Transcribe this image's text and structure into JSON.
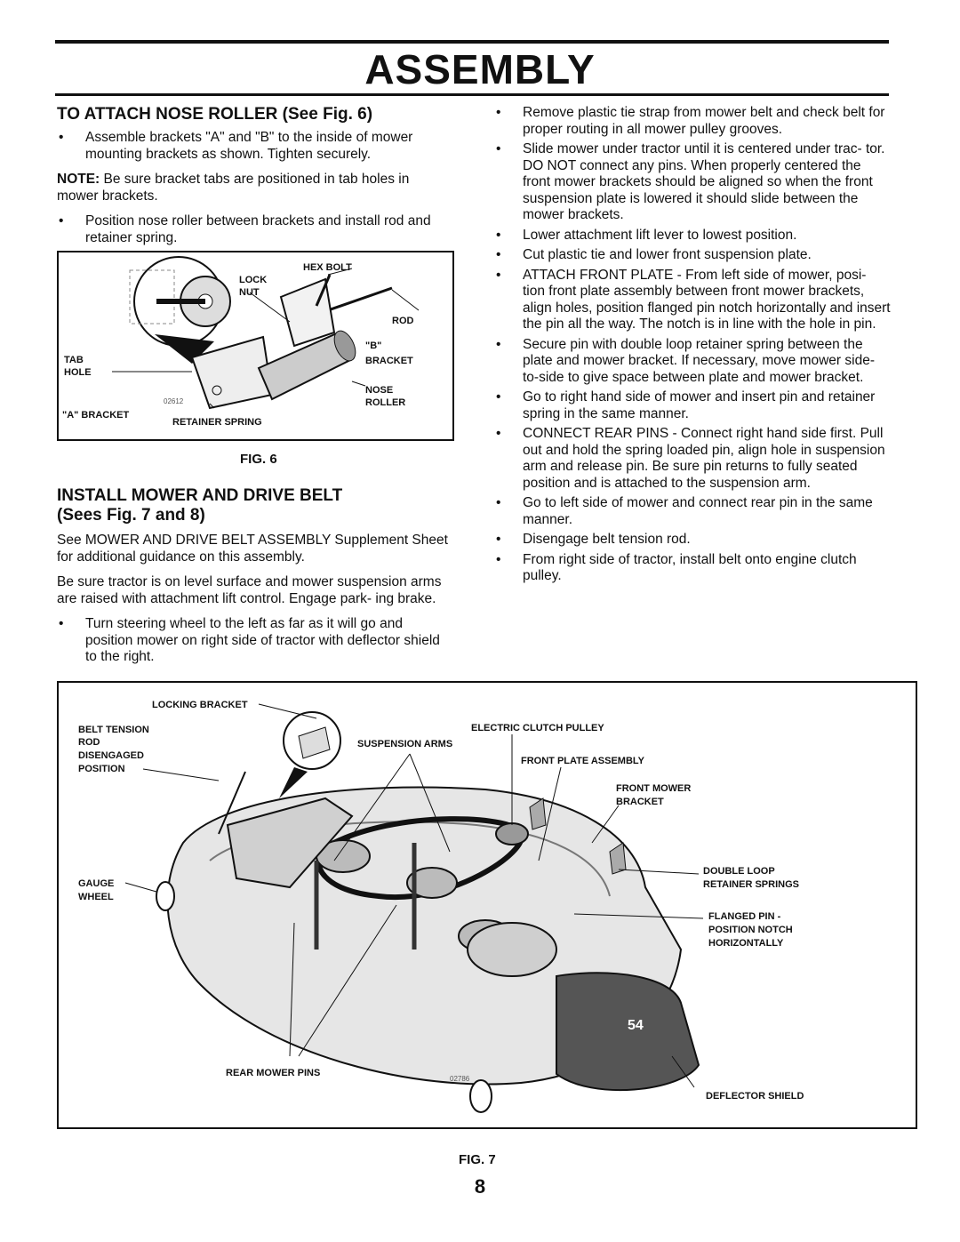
{
  "header": {
    "title": "ASSEMBLY"
  },
  "section1": {
    "heading": "TO ATTACH NOSE ROLLER (See Fig. 6)",
    "bullet1": "Assemble brackets \"A\" and \"B\" to the inside of mower mounting brackets as shown. Tighten securely.",
    "note_label": "NOTE:",
    "note_text": " Be sure bracket tabs are positioned in tab holes in mower brackets.",
    "bullet2": "Position nose roller between brackets and install rod and retainer spring."
  },
  "fig6": {
    "caption": "FIG. 6",
    "labels": {
      "hex_bolt": "HEX BOLT",
      "lock": "LOCK",
      "nut": "NUT",
      "rod": "ROD",
      "b": "\"B\"",
      "bracket": "BRACKET",
      "tab": "TAB",
      "hole": "HOLE",
      "nose": "NOSE",
      "roller": "ROLLER",
      "a_bracket": "\"A\" BRACKET",
      "retainer_spring": "RETAINER SPRING",
      "code": "02612"
    }
  },
  "section2": {
    "heading_line1": "INSTALL MOWER  AND DRIVE BELT",
    "heading_line2": "(Sees Fig. 7 and 8)",
    "para1": "See MOWER AND DRIVE BELT ASSEMBLY Supplement Sheet for additional guidance on this assembly.",
    "para2": "Be sure tractor is on level surface and mower suspension arms are raised with attachment lift control. Engage park- ing brake.",
    "bullet1": "Turn steering wheel to the left as far as it will go and position mower on right side of tractor with deflector shield to the right."
  },
  "right_column": {
    "bullets": [
      "Remove plastic tie strap from mower belt and check belt for proper routing in all mower pulley grooves.",
      "Slide mower under tractor until it is centered under trac- tor. DO NOT connect any pins. When properly centered the front mower brackets should be aligned so when the front suspension plate is lowered it should slide between the mower brackets.",
      "Lower attachment lift lever to lowest position.",
      "Cut plastic tie and lower front suspension plate.",
      "ATTACH FRONT PLATE - From left side of mower, posi- tion front plate assembly between front mower brackets, align holes, position flanged pin notch horizontally and insert the pin all the way. The notch is in line with the hole in pin.",
      "Secure pin with double loop retainer spring between the plate and mower bracket. If necessary, move mower side-to-side to give space between plate and mower bracket.",
      "Go to right hand side of mower and insert pin and retainer spring in the same manner.",
      "CONNECT REAR PINS - Connect right hand side first. Pull out and hold the spring loaded pin, align hole in suspension arm and release pin. Be sure pin returns to fully seated position and is attached to the suspension arm.",
      "Go to left side of mower and connect rear pin in the same manner.",
      "Disengage belt tension rod.",
      "From right side of tractor, install belt onto engine clutch pulley."
    ]
  },
  "fig7": {
    "caption": "FIG. 7",
    "labels": {
      "locking_bracket": "LOCKING BRACKET",
      "belt_tension_1": "BELT TENSION",
      "belt_tension_2": "ROD",
      "belt_tension_3": "DISENGAGED",
      "belt_tension_4": "POSITION",
      "electric_clutch": "ELECTRIC CLUTCH PULLEY",
      "suspension_arms": "SUSPENSION ARMS",
      "front_plate": "FRONT PLATE ASSEMBLY",
      "front_mower_1": "FRONT MOWER",
      "front_mower_2": "BRACKET",
      "gauge": "GAUGE",
      "wheel": "WHEEL",
      "double_loop_1": "DOUBLE LOOP",
      "double_loop_2": "RETAINER SPRINGS",
      "flanged_1": "FLANGED PIN -",
      "flanged_2": "POSITION NOTCH",
      "flanged_3": "HORIZONTALLY",
      "rear_pins": "REAR MOWER PINS",
      "deflector": "DEFLECTOR SHIELD",
      "code": "02786",
      "deck_size": "54"
    }
  },
  "footer": {
    "page_number": "8"
  }
}
